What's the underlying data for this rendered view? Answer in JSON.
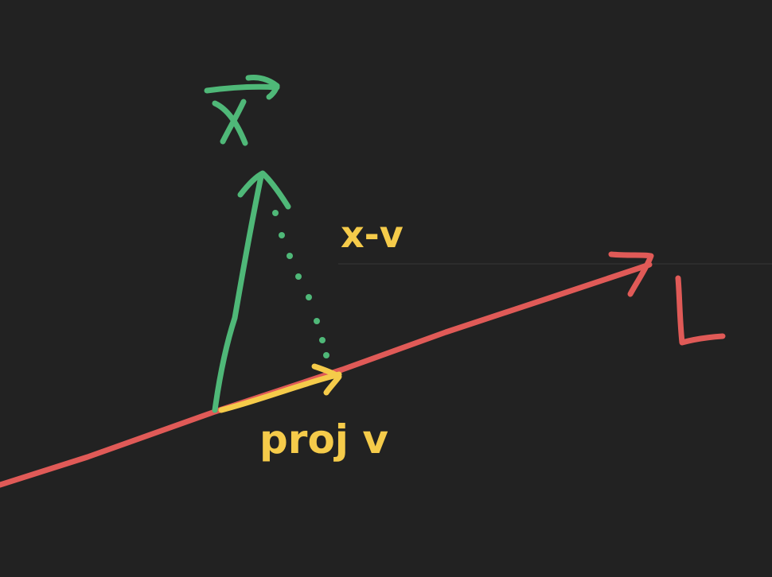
{
  "colors": {
    "background": "#222222",
    "line_L": "#e05a57",
    "vector_x": "#4fb878",
    "projection": "#f5cb4a"
  },
  "labels": {
    "x_minus_v": "x-v",
    "projection": "proj v"
  },
  "handwritten": {
    "vector_symbol": "x⃗",
    "line_symbol": "L"
  }
}
